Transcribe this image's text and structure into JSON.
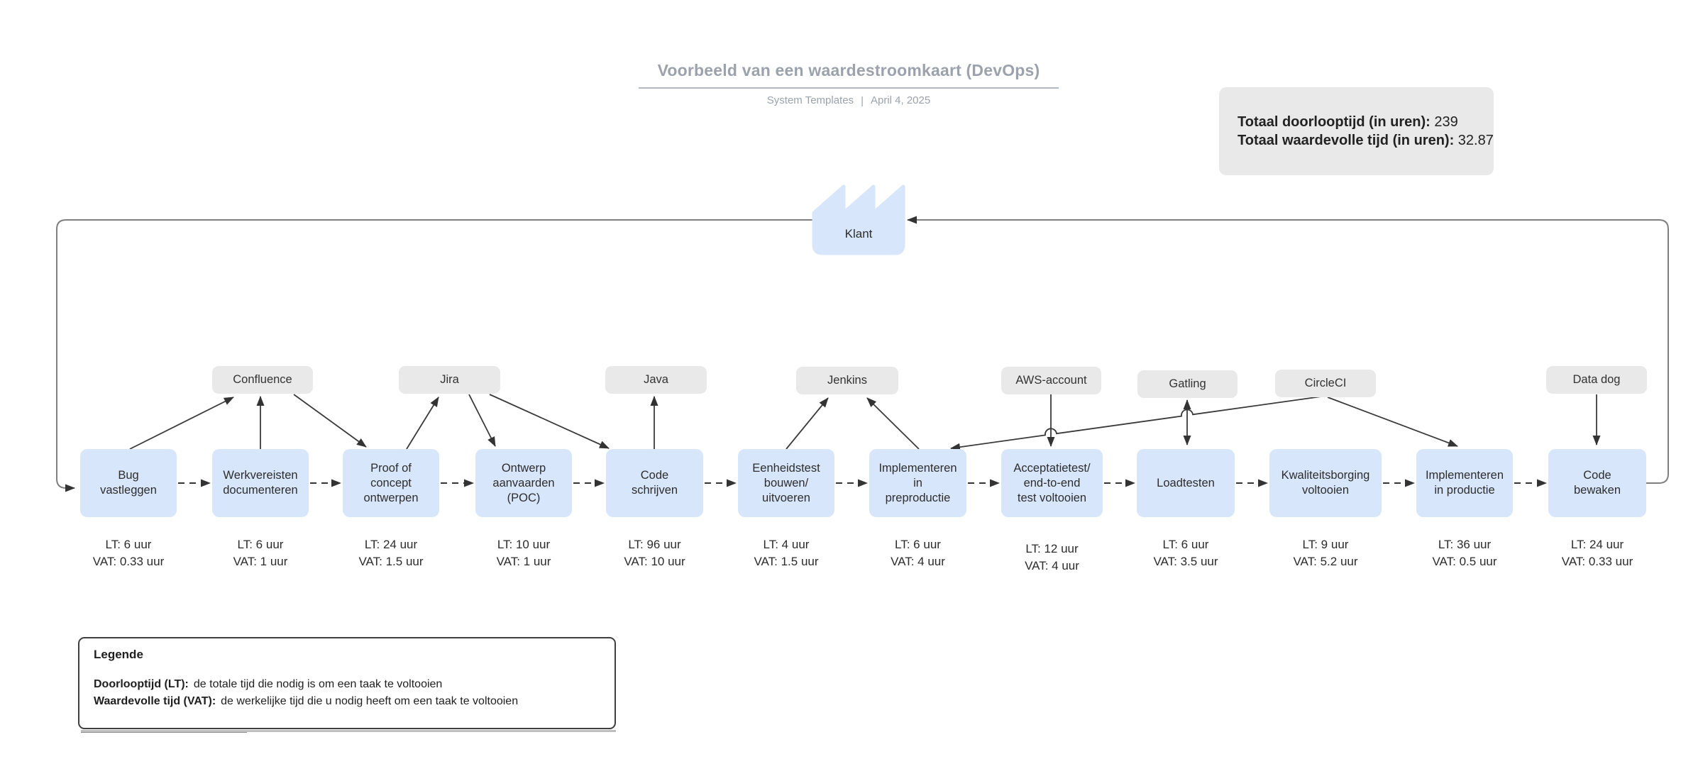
{
  "header": {
    "title": "Voorbeeld van een waardestroomkaart (DevOps)",
    "source": "System Templates",
    "separator": "|",
    "date": "April 4, 2025"
  },
  "totals": {
    "line1_label": "Totaal doorlooptijd (in uren):",
    "line1_value": " 239",
    "line2_label": "Totaal waardevolle tijd (in uren):",
    "line2_value": " 32.87"
  },
  "customer": {
    "label": "Klant"
  },
  "processes": [
    {
      "label": "Bug\nvastleggen",
      "lt": "LT: 6 uur",
      "vat": "VAT: 0.33 uur"
    },
    {
      "label": "Werkvereisten\ndocumenteren",
      "lt": "LT: 6 uur",
      "vat": "VAT: 1 uur"
    },
    {
      "label": "Proof of\nconcept\nontwerpen",
      "lt": "LT: 24 uur",
      "vat": "VAT: 1.5 uur"
    },
    {
      "label": "Ontwerp\naanvaarden\n(POC)",
      "lt": "LT: 10 uur",
      "vat": "VAT: 1 uur"
    },
    {
      "label": "Code\nschrijven",
      "lt": "LT: 96 uur",
      "vat": "VAT: 10 uur"
    },
    {
      "label": "Eenheidstest\nbouwen/\nuitvoeren",
      "lt": "LT: 4 uur",
      "vat": "VAT: 1.5 uur"
    },
    {
      "label": "Implementeren\nin\npreproductie",
      "lt": "LT: 6 uur",
      "vat": "VAT: 4 uur"
    },
    {
      "label": "Acceptatietest/\nend-to-end\ntest voltooien",
      "lt": "LT: 12 uur",
      "vat": "VAT: 4 uur"
    },
    {
      "label": "Loadtesten",
      "lt": "LT: 6 uur",
      "vat": "VAT: 3.5 uur"
    },
    {
      "label": "Kwaliteitsborging\nvoltooien",
      "lt": "LT: 9 uur",
      "vat": "VAT: 5.2 uur"
    },
    {
      "label": "Implementeren\nin productie",
      "lt": "LT: 36 uur",
      "vat": "VAT: 0.5 uur"
    },
    {
      "label": "Code\nbewaken",
      "lt": "LT: 24 uur",
      "vat": "VAT: 0.33 uur"
    }
  ],
  "tools": [
    {
      "label": "Confluence"
    },
    {
      "label": "Jira"
    },
    {
      "label": "Java"
    },
    {
      "label": "Jenkins"
    },
    {
      "label": "AWS-account"
    },
    {
      "label": "Gatling"
    },
    {
      "label": "CircleCI"
    },
    {
      "label": "Data dog"
    }
  ],
  "legend": {
    "title": "Legende",
    "items": [
      {
        "term": "Doorlooptijd (LT):",
        "description": "de totale tijd die nodig is om een taak te voltooien"
      },
      {
        "term": "Waardevolle tijd (VAT):",
        "description": "de werkelijke tijd die u nodig heeft om een taak te voltooien"
      }
    ]
  },
  "colors": {
    "process_fill": "#d8e6fb",
    "tool_fill": "#e9e9e9",
    "header_gray": "#9ba2ac",
    "connector_dark": "#333333",
    "loop_gray": "#7f7f7f"
  }
}
